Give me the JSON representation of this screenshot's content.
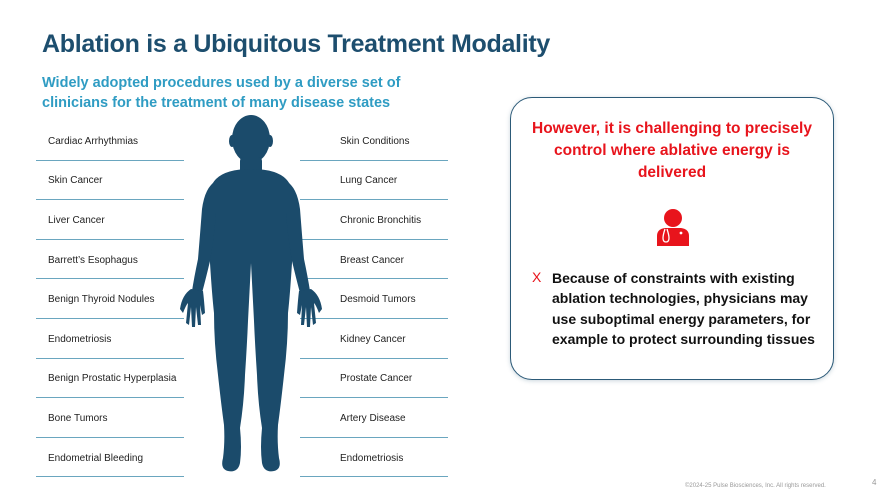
{
  "slide": {
    "title": "Ablation is a Ubiquitous Treatment Modality",
    "subtitle": "Widely adopted procedures used by a diverse set of clinicians for the treatment of many disease states"
  },
  "left_list": [
    "Cardiac Arrhythmias",
    "Skin Cancer",
    "Liver Cancer",
    "Barrett’s Esophagus",
    "Benign Thyroid Nodules",
    "Endometriosis",
    "Benign Prostatic Hyperplasia",
    "Bone Tumors",
    "Endometrial Bleeding"
  ],
  "right_list": [
    "Skin Conditions",
    "Lung Cancer",
    "Chronic Bronchitis",
    "Breast Cancer",
    "Desmoid Tumors",
    "Kidney Cancer",
    "Prostate Cancer",
    "Artery Disease",
    "Endometriosis"
  ],
  "callout": {
    "headline": "However, it is challenging to precisely control where ablative energy is delivered",
    "icon": "doctor-icon",
    "bullet_mark": "X",
    "bullet_text": "Because of constraints with existing ablation technologies, physicians may use suboptimal energy parameters, for example to protect surrounding tissues"
  },
  "footer": {
    "copyright": "©2024-25 Pulse Biosciences, Inc. All rights reserved.",
    "page_number": "4"
  },
  "colors": {
    "title": "#1d4e6e",
    "subtitle": "#2f9cc3",
    "figure": "#1b4b6b",
    "accent_red": "#e8141c",
    "divider": "#6aa6bf"
  }
}
